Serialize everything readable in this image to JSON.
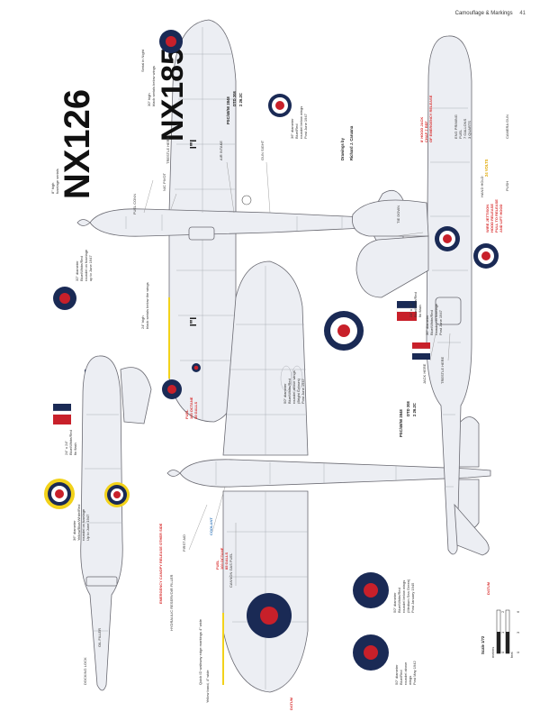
{
  "header": {
    "section": "Camouflage & Markings",
    "page_number": "41"
  },
  "credit": {
    "line1": "Drawings by",
    "line2": "Richard J. Caruana"
  },
  "serials": {
    "upper": "NX126",
    "lower": "NX185"
  },
  "roundel_notes": {
    "n_36_below_wings": [
      "36\" diameter",
      "Blue/Red",
      "roundel below wings",
      "Post June 1947"
    ],
    "n_32_fuselage": [
      "32\" diameter",
      "Blue/White/Red",
      "roundel on fuselage",
      "up to June 1947"
    ],
    "n_50_above_wings": [
      "50\" diameter",
      "Blue/White/Red",
      "roundel above wings",
      "(Bright Colours)",
      "Post June 1947"
    ],
    "n_36_fuselage_yellow": [
      "36\" diameter",
      "Yellow/Blue/White/Red",
      "roundel on fuselage",
      "Up to June 1947"
    ],
    "n_36_post_1947": [
      "36\" diameter",
      "Blue/White/Red",
      "roundel on fuselage",
      "Post June 1947"
    ],
    "n_50_below_wings": [
      "50\" diameter",
      "Blue/White/Red",
      "roundel below wings",
      "(Medium Sea Green)",
      "Post January 1945"
    ],
    "n_50_above_wings_post1942": [
      "50\" diameter",
      "Blue/Red",
      "roundel above",
      "wings",
      "Post May 1942"
    ]
  },
  "fin_flash_notes": {
    "upper": [
      "24\" x 24\"",
      "Blue/White/Red",
      "fin flash"
    ],
    "lower": [
      "24\" x 24\"",
      "Blue/White/Red",
      "fin flash"
    ]
  },
  "serial_notes": {
    "lower_wing": [
      "30\" high",
      "black serials below wings"
    ],
    "lower_wing2": [
      "24\" high",
      "black serials below the wings"
    ],
    "night": [
      "Serial in Night"
    ],
    "fuselage": [
      "8\" high",
      "fuselage serials"
    ]
  },
  "callouts": {
    "fuel_conn": "FUEL CONN",
    "n_c_pivot": "N/C PIVOT",
    "trestle_here": "TRESTLE HERE",
    "air_inlet": "AIR INTAKE",
    "gun_sight": "GUN SIGHT",
    "jack_here": "JACK HERE",
    "push": "PUSH",
    "hand_hold": "HAND HOLD",
    "camera_gun": "CAMERA GUN",
    "tie_down": "TIE DOWN",
    "datum": "DATUM",
    "coolant": "COOLANT",
    "first_aid": "FIRST AID",
    "cannon_gas_fuel": "CANNON GAS FUEL",
    "yellow_band": "Yellow band, 4\" wide",
    "walkway_note": "Quick ID walkway edge markings 4\" wide",
    "oil_filler": "OIL FILLER",
    "emergency_canopy": "EMERGENCY CANOPY RELEASE OTHER SIDE",
    "hydraulic_reservoir": "HYDRAULIC RESERVOIR FILLER",
    "docking_lock": "DOCKING LOCK"
  },
  "stencils": {
    "upper_code": [
      "PSC/48/50 2848",
      "DTD 308",
      "Σ 26.2C"
    ],
    "lower_code": [
      "PSC/48/50 2848",
      "DTD 308",
      "Σ 26.2C"
    ],
    "fuel_red": [
      "FUEL",
      "100 OCTANE",
      "85 GALLS"
    ],
    "fuel_red2": [
      "FUEL",
      "100 OCTANE",
      "85 GALLS"
    ],
    "engine_red": [
      "8' HOOD JACK",
      "CHAP 7 REF",
      "OF EMERGENCY RELEASE"
    ],
    "wire_release": [
      "WIRE JETTISON",
      "HOOD RELEASE",
      "PULL TO RELEASE",
      "AND LIFT HOOD"
    ],
    "engine_priming": [
      "ENG PRIMING",
      "FUEL",
      "7 GALLONS",
      "3 QUARTS"
    ],
    "volts": "24 VOLTS"
  },
  "scale": {
    "title": "Scale 1/72",
    "metres_label": "metres",
    "feet_label": "feet",
    "metre_ticks": [
      "0",
      "1",
      "2"
    ],
    "feet_ticks": [
      "0",
      "3",
      "6"
    ]
  },
  "colors": {
    "roundel_blue": "#1a2a55",
    "roundel_red": "#c8202a",
    "roundel_yellow": "#f2d21a",
    "stencil_red": "#d93030",
    "coolant_blue": "#4080c0",
    "line": "#6a6a72"
  }
}
